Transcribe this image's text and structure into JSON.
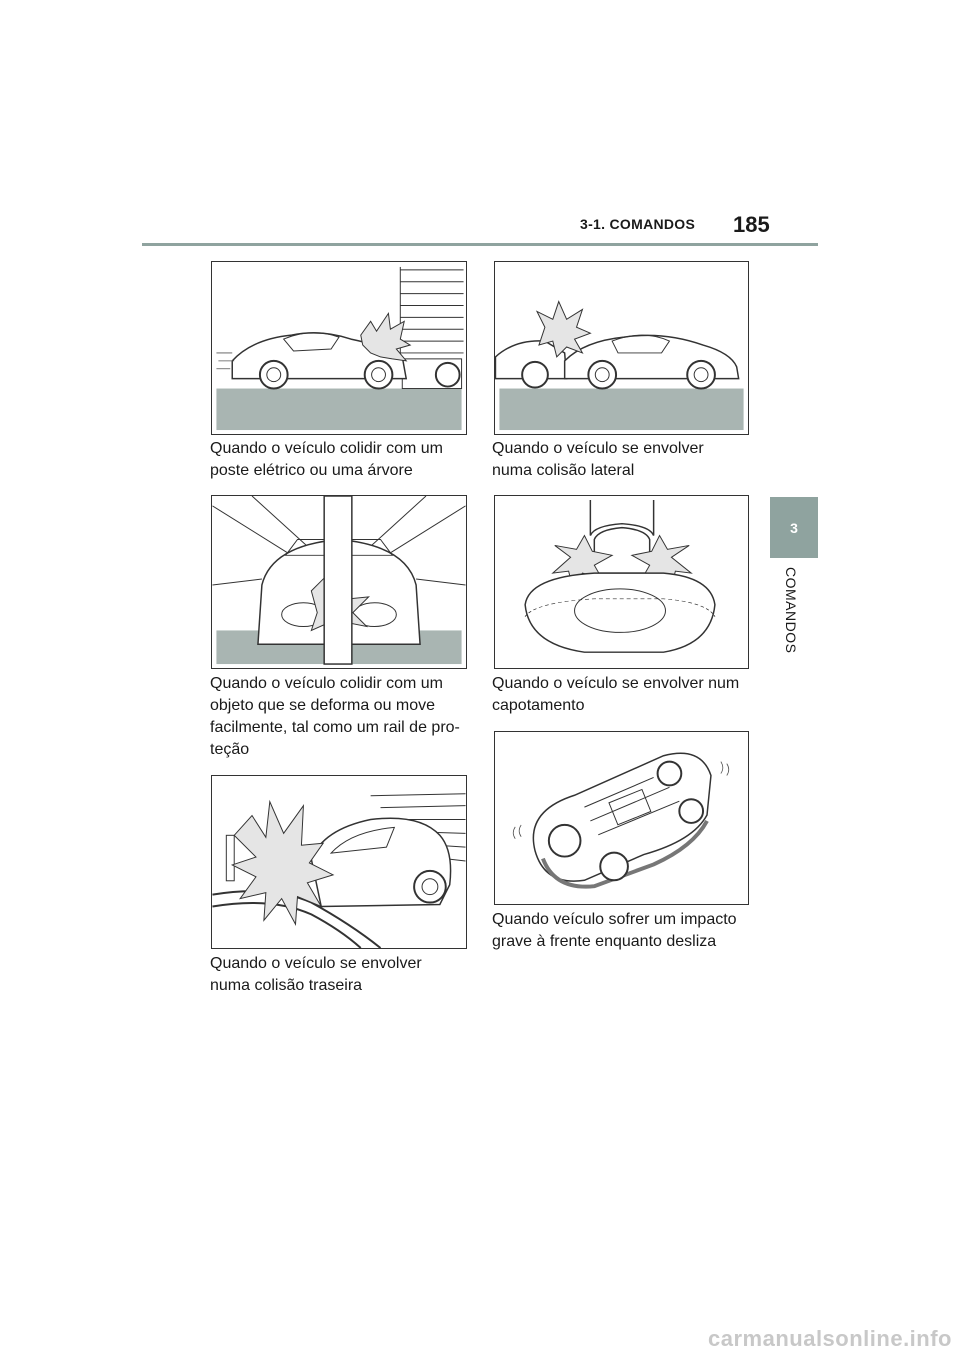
{
  "header": {
    "section": "3-1. COMANDOS",
    "page_number": "185"
  },
  "side_tab": {
    "number": "3",
    "label": "COMANDOS"
  },
  "figures": [
    {
      "caption": "Quando o veículo colidir com um\nposte elétrico ou uma árvore"
    },
    {
      "caption": "Quando o veículo se envolver\nnuma colisão lateral"
    },
    {
      "caption": "Quando o veículo colidir com um\nobjeto que se deforma ou move\nfacilmente, tal como um rail de pro-\nteção"
    },
    {
      "caption": "Quando o veículo se envolver num\ncapotamento"
    },
    {
      "caption": "Quando o veículo se envolver\nnuma colisão traseira"
    },
    {
      "caption": "Quando veículo sofrer um impacto\ngrave à frente enquanto desliza"
    }
  ],
  "watermark": "carmanualsonline.info",
  "colors": {
    "accent": "#8fa39f",
    "ground": "#a9b5b2"
  }
}
